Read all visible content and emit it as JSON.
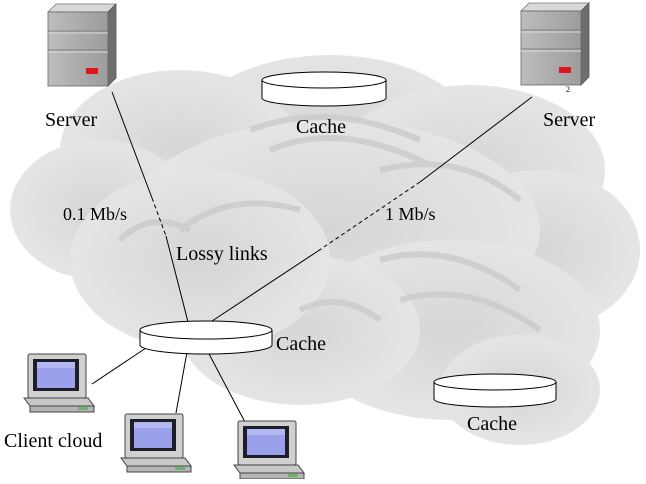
{
  "labels": {
    "server_left": "Server",
    "server_right": "Server",
    "cache_top": "Cache",
    "cache_center": "Cache",
    "cache_bottom_right": "Cache",
    "rate_left": "0.1 Mb/s",
    "rate_right": "1 Mb/s",
    "lossy_links": "Lossy links",
    "client_cloud": "Client cloud",
    "server_marker": "2"
  },
  "icons": {
    "server": "server-icon",
    "computer": "desktop-computer-icon",
    "cache": "cache-disk-icon",
    "cloud": "network-cloud"
  },
  "colors": {
    "cloud": "#e3e3e3",
    "server_body": "#a9a9a9",
    "server_led": "#e0141c",
    "screen": "#9aa0ea"
  }
}
